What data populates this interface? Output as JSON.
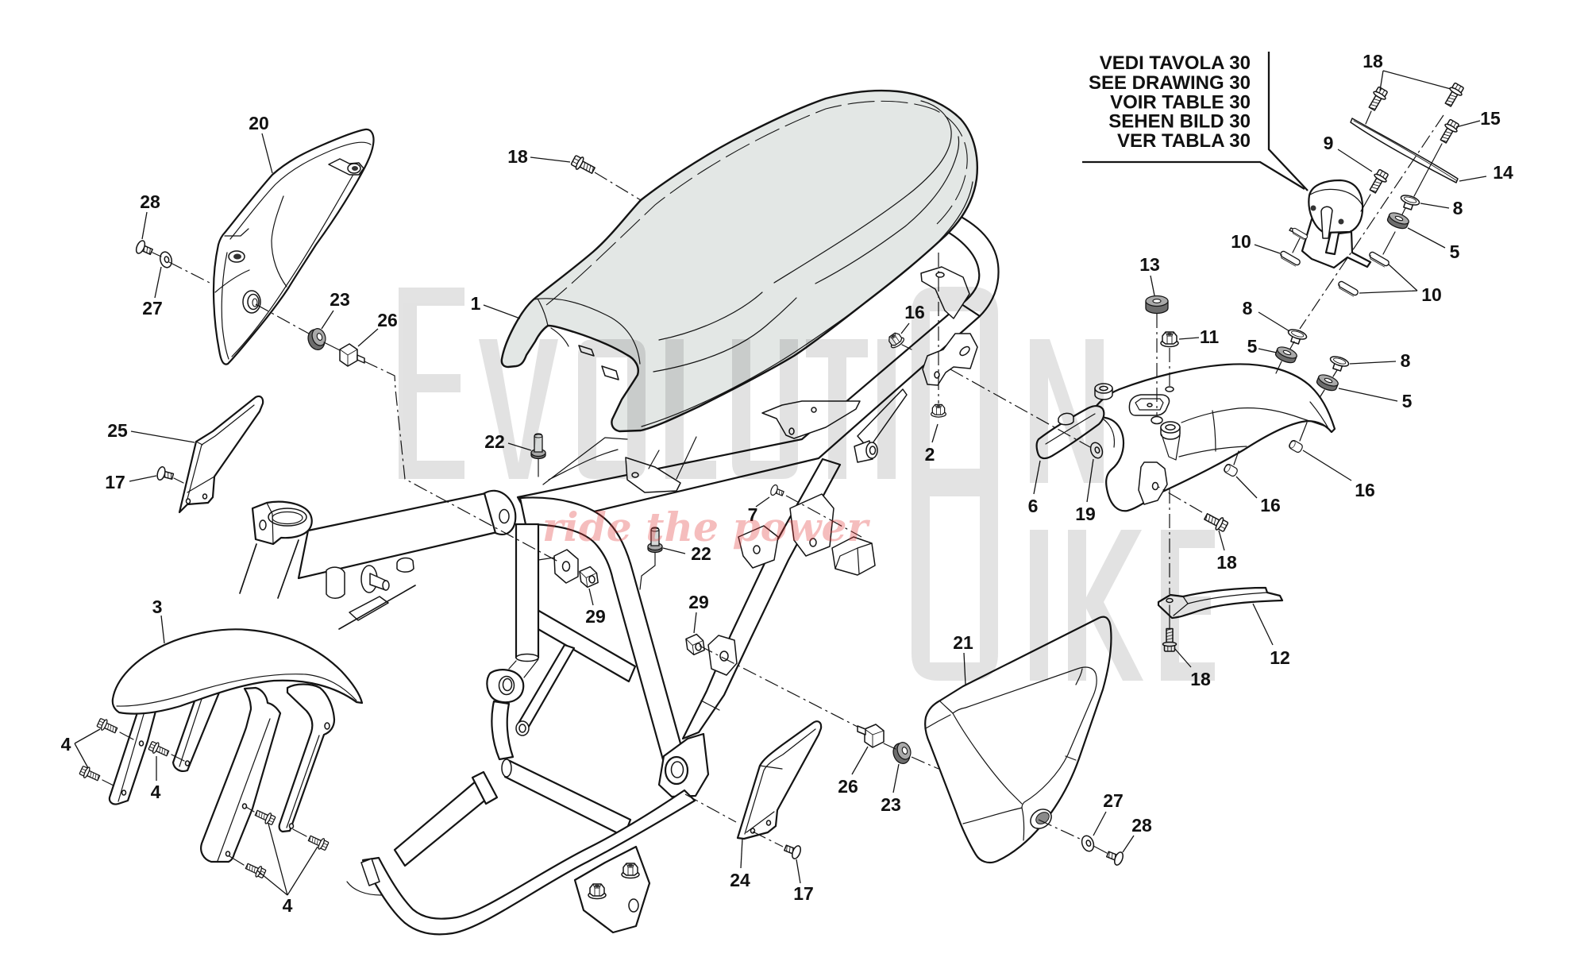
{
  "note": {
    "lines": [
      "VEDI TAVOLA 30",
      "SEE DRAWING 30",
      "VOIR TABLE 30",
      "SEHEN BILD 30",
      "VER TABLA 30"
    ]
  },
  "callouts": [
    "20",
    "28",
    "27",
    "23",
    "26",
    "1",
    "18",
    "18",
    "15",
    "9",
    "14",
    "8",
    "5",
    "10",
    "10",
    "13",
    "11",
    "8",
    "5",
    "8",
    "5",
    "16",
    "2",
    "22",
    "6",
    "19",
    "16",
    "16",
    "18",
    "12",
    "18",
    "25",
    "17",
    "7",
    "22",
    "29",
    "29",
    "3",
    "4",
    "4",
    "4",
    "21",
    "26",
    "23",
    "24",
    "17",
    "27",
    "28"
  ],
  "watermark": {
    "brand": "EVOLUTION BIKE",
    "tagline": "ride the power"
  },
  "colors": {
    "line": "#141414",
    "seat_fill": "#e3e7e5",
    "rubber": "#6d6d6d",
    "watermark": "#000000",
    "tagline": "#e23b3b"
  }
}
